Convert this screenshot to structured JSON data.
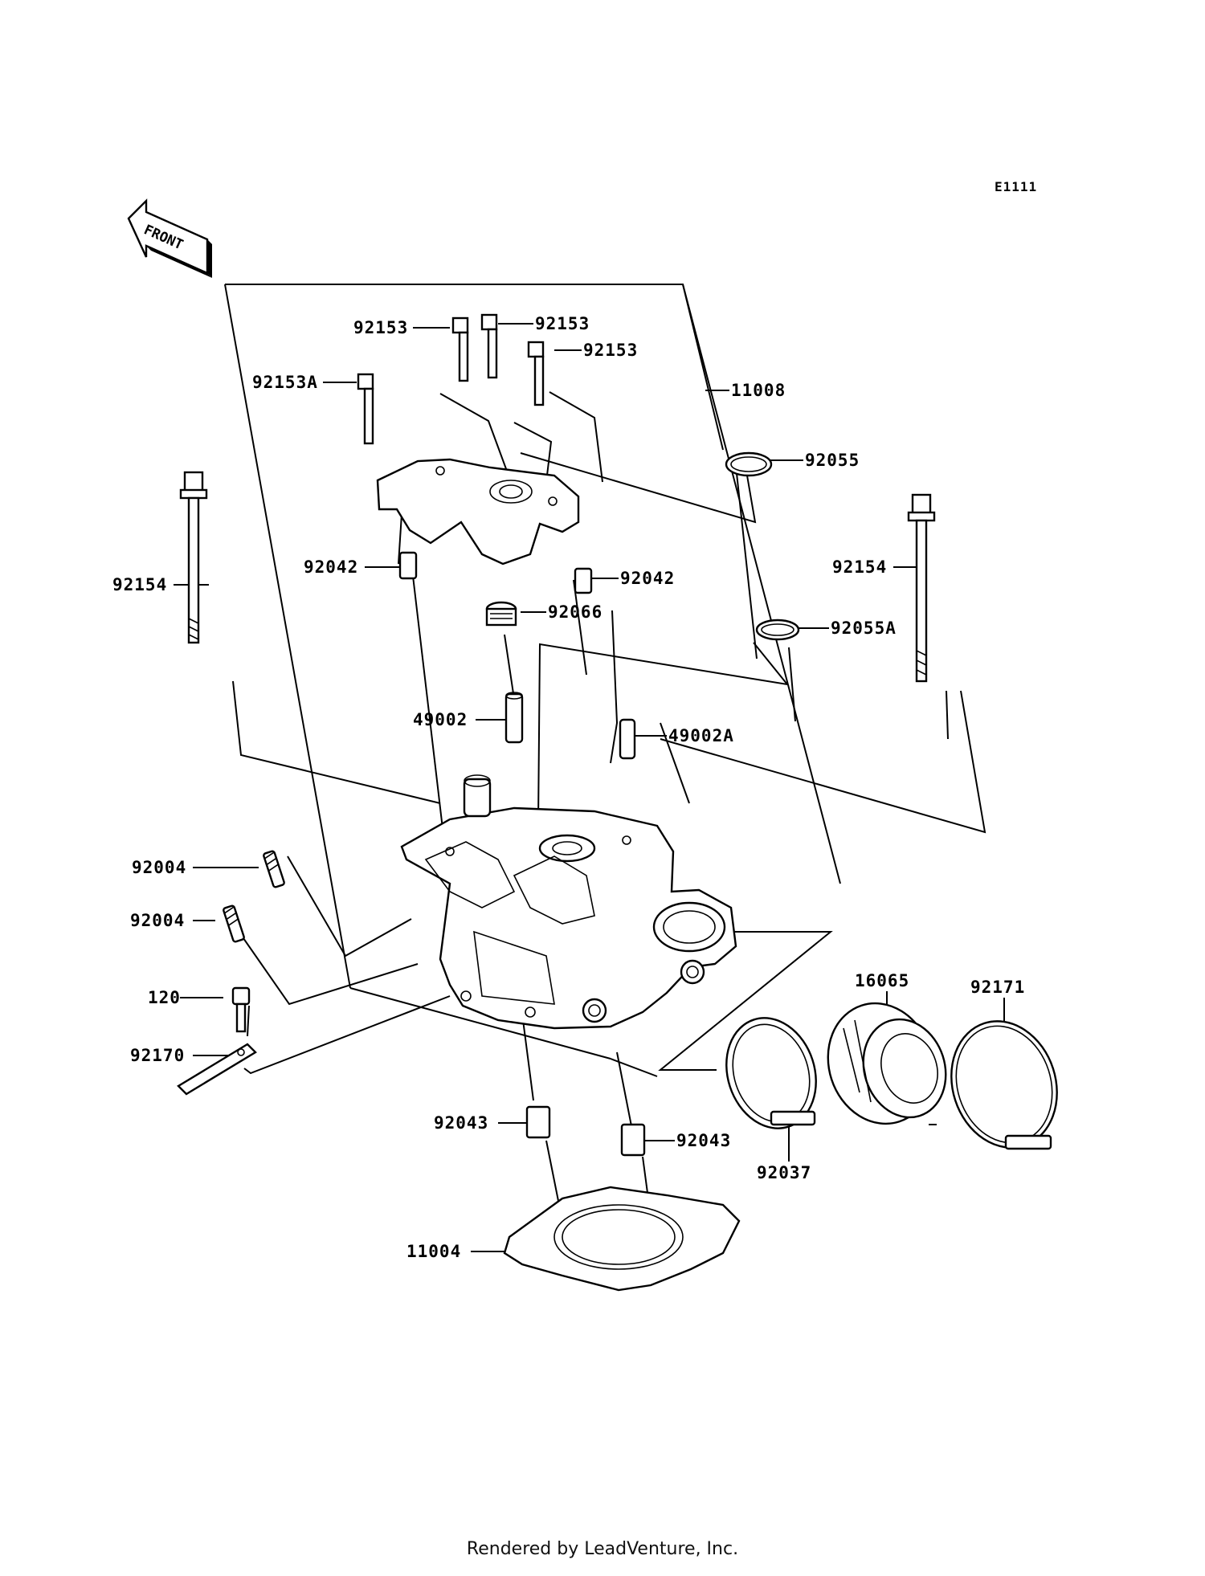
{
  "diagram": {
    "code": "E1111",
    "front_label": "FRONT",
    "footer": "Rendered by LeadVenture, Inc.",
    "labels": {
      "p92153_a": "92153",
      "p92153_b": "92153",
      "p92153_c": "92153",
      "p92153A": "92153A",
      "p11008": "11008",
      "p92055": "92055",
      "p92154_l": "92154",
      "p92154_r": "92154",
      "p92042_l": "92042",
      "p92042_r": "92042",
      "p92066": "92066",
      "p92055A": "92055A",
      "p49002": "49002",
      "p49002A": "49002A",
      "p92004_a": "92004",
      "p92004_b": "92004",
      "p120": "120",
      "p92170": "92170",
      "p16065": "16065",
      "p92171": "92171",
      "p92043_l": "92043",
      "p92043_r": "92043",
      "p92037": "92037",
      "p11004": "11004"
    }
  }
}
